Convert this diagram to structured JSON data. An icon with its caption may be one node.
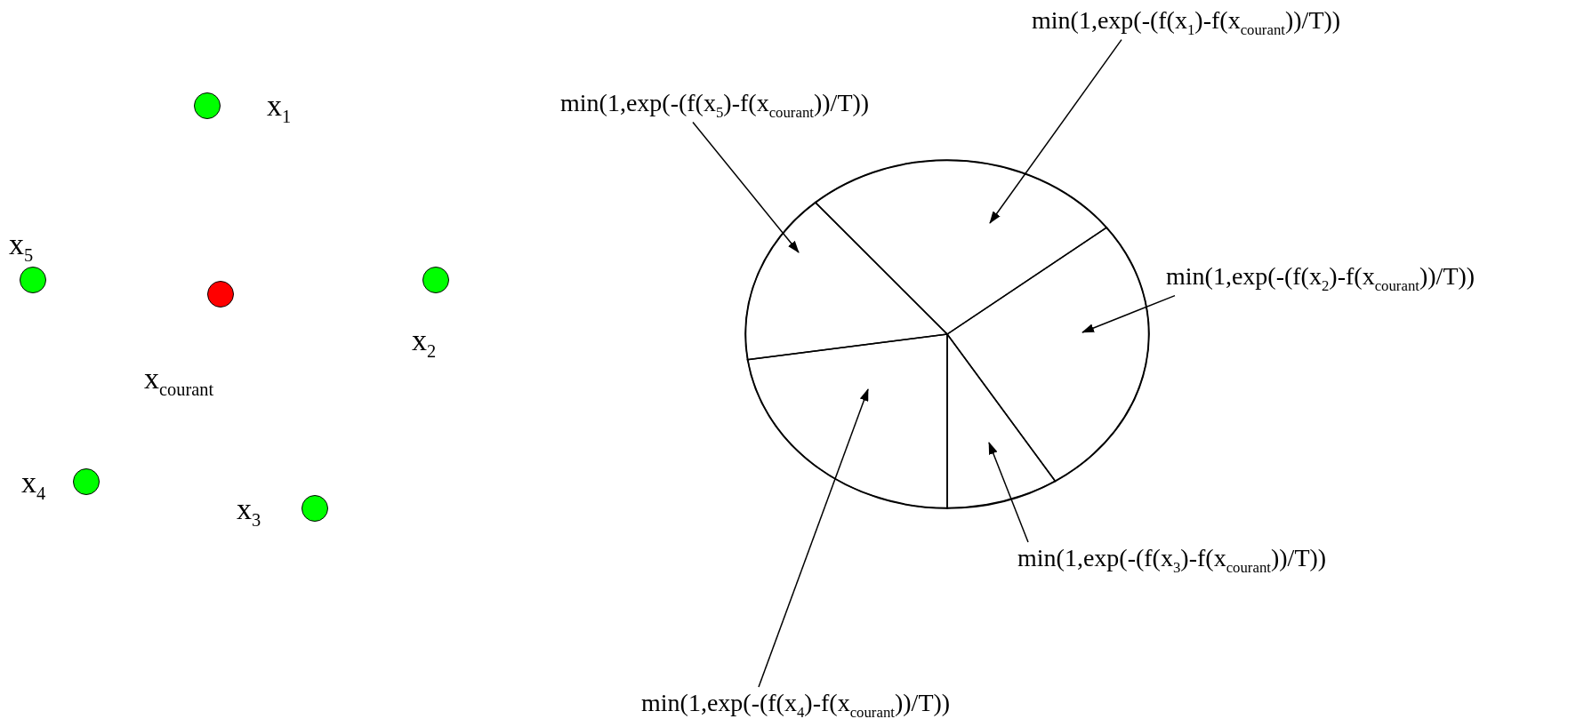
{
  "diagram": {
    "nodes": [
      {
        "text": [],
        "shape": "circle",
        "beside": [
          "x$_{1}$"
        ]
      },
      {
        "text": [],
        "shape": "circle",
        "beside": [
          "x$_{5}$"
        ]
      },
      {
        "text": [],
        "shape": "circle",
        "beside": [
          "x$_{2}$"
        ]
      },
      {
        "text": [],
        "shape": "circle",
        "beside": [
          "x$_{courant}$"
        ]
      },
      {
        "text": [],
        "shape": "circle",
        "beside": [
          "x$_{4}$"
        ]
      },
      {
        "text": [],
        "shape": "circle",
        "beside": [
          "x$_{3}$"
        ]
      },
      {
        "text": [],
        "shape": "ellipse"
      },
      {
        "text": [],
        "shape": "slice",
        "in": 6
      },
      {
        "text": [],
        "shape": "slice",
        "in": 6
      },
      {
        "text": [],
        "shape": "slice",
        "in": 6
      },
      {
        "text": [],
        "shape": "slice",
        "in": 6
      },
      {
        "text": [],
        "shape": "slice",
        "in": 6
      },
      {
        "text": [
          "min(1,exp(-(f(x$_{1}$)-f(x$_{courant}$))/T))"
        ]
      },
      {
        "text": [
          "min(1,exp(-(f(x$_{5}$)-f(x$_{courant}$))/T))"
        ]
      },
      {
        "text": [
          "min(1,exp(-(f(x$_{2}$)-f(x$_{courant}$))/T))"
        ]
      },
      {
        "text": [
          "min(1,exp(-(f(x$_{3}$)-f(x$_{courant}$))/T))"
        ]
      },
      {
        "text": [
          "min(1,exp(-(f(x$_{4}$)-f(x$_{courant}$))/T))"
        ]
      }
    ],
    "edges": [
      {
        "from": 12,
        "to": 7,
        "arrow": "to"
      },
      {
        "from": 13,
        "to": 11,
        "arrow": "to"
      },
      {
        "from": 14,
        "to": 8,
        "arrow": "to"
      },
      {
        "from": 15,
        "to": 9,
        "arrow": "to"
      },
      {
        "from": 16,
        "to": 10,
        "arrow": "to"
      }
    ]
  }
}
